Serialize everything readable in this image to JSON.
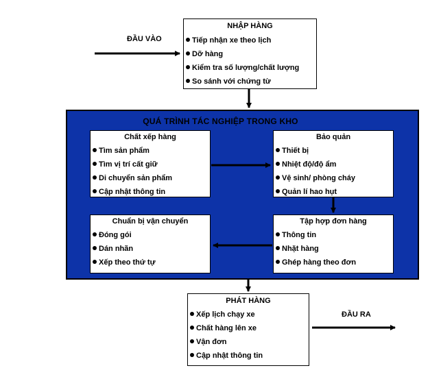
{
  "input_label": "ĐẦU VÀO",
  "output_label": "ĐẦU RA",
  "panel_title": "QUÁ TRÌNH TÁC NGHIỆP TRONG KHO",
  "boxes": {
    "nhap_hang": {
      "title": "NHẬP HÀNG",
      "items": [
        "Tiếp nhận xe theo lịch",
        "Dỡ hàng",
        "Kiểm tra số lượng/chất lượng",
        "So sánh với chứng từ"
      ]
    },
    "chat_xep_hang": {
      "title": "Chất xếp hàng",
      "items": [
        "Tìm sản phẩm",
        "Tìm vị trí cất giữ",
        "Di chuyển sản phẩm",
        "Cập nhật thông tin"
      ]
    },
    "bao_quan": {
      "title": "Bảo quản",
      "items": [
        "Thiết bị",
        "Nhiệt độ/độ ẩm",
        "Vệ sinh/ phòng cháy",
        "Quản lí hao hụt"
      ]
    },
    "chuan_bi_van_chuyen": {
      "title": "Chuẩn bị vận chuyển",
      "items": [
        "Đóng gói",
        "Dán nhãn",
        "Xếp theo thứ tự"
      ]
    },
    "tap_hop_don_hang": {
      "title": "Tập hợp đơn hàng",
      "items": [
        "Thông tin",
        "Nhặt hàng",
        "Ghép hàng theo đơn"
      ]
    },
    "phat_hang": {
      "title": "PHÁT HÀNG",
      "items": [
        "Xếp lịch chạy xe",
        "Chất hàng lên xe",
        "Vận đơn",
        "Cập nhật thông tin"
      ]
    }
  }
}
